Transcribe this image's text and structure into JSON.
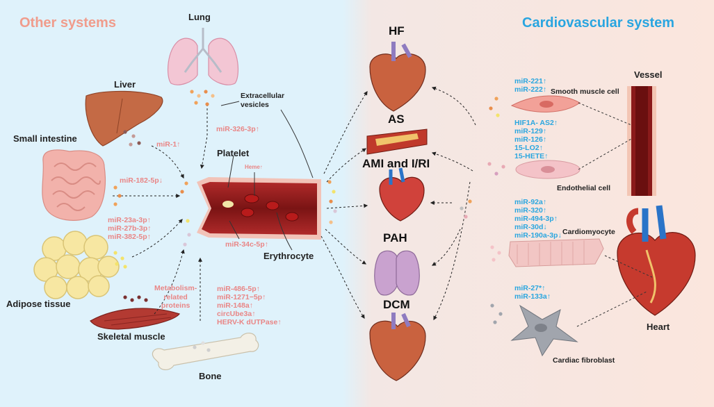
{
  "headers": {
    "left": "Other systems",
    "right": "Cardiovascular system"
  },
  "colors": {
    "left_header": "#f09c8c",
    "right_header": "#29a5e0",
    "mirna_other": "#e98686",
    "mirna_cardio": "#2aa6df",
    "bg_left": "#dff2fb",
    "bg_right": "#fbe6dd"
  },
  "organs": {
    "lung": "Lung",
    "liver": "Liver",
    "small_intestine": "Small intestine",
    "adipose": "Adipose tissue",
    "skeletal_muscle": "Skeletal muscle",
    "bone": "Bone",
    "vessel": "Vessel",
    "heart": "Heart"
  },
  "labels": {
    "extracellular_vesicles": "Extracellular\nvesicles",
    "platelet": "Platelet",
    "erythrocyte": "Erythrocyte",
    "heme": "Heme↑",
    "metabolism_proteins": "Metabolism-\nrelated\nproteins",
    "smooth_muscle_cell": "Smooth muscle cell",
    "endothelial_cell": "Endothelial cell",
    "cardiomyocyte": "Cardiomyocyte",
    "cardiac_fibroblast": "Cardiac fibroblast"
  },
  "diseases": {
    "hf": "HF",
    "as": "AS",
    "ami": "AMI and I/RI",
    "pah": "PAH",
    "dcm": "DCM"
  },
  "mirnas_other": {
    "lung": "miR-326-3p↑",
    "liver": "miR-1↑",
    "intestine": "miR-182-5p↓",
    "adipose": [
      "miR-23a-3p↑",
      "miR-27b-3p↑",
      "miR-382-5p↑"
    ],
    "erythrocyte": "miR-34c-5p↑",
    "bone": [
      "miR-486-5p↑",
      "miR-1271−5p↑",
      "miR-148a↑",
      "circUbe3a↑",
      "HERV-K dUTPase↑"
    ]
  },
  "mirnas_cardio": {
    "smooth_muscle": [
      "miR-221↑",
      "miR-222↑"
    ],
    "endothelial": [
      "HIF1A- AS2↑",
      "miR-129↑",
      "miR-126↑",
      "15-LO2↑",
      "15-HETE↑"
    ],
    "cardiomyocyte": [
      "miR-92a↑",
      "miR-320↑",
      "miR-494-3p↑",
      "miR-30d↓",
      "miR-190a-3p↓"
    ],
    "fibroblast": [
      "miR-27*↑",
      "miR-133a↑"
    ]
  }
}
